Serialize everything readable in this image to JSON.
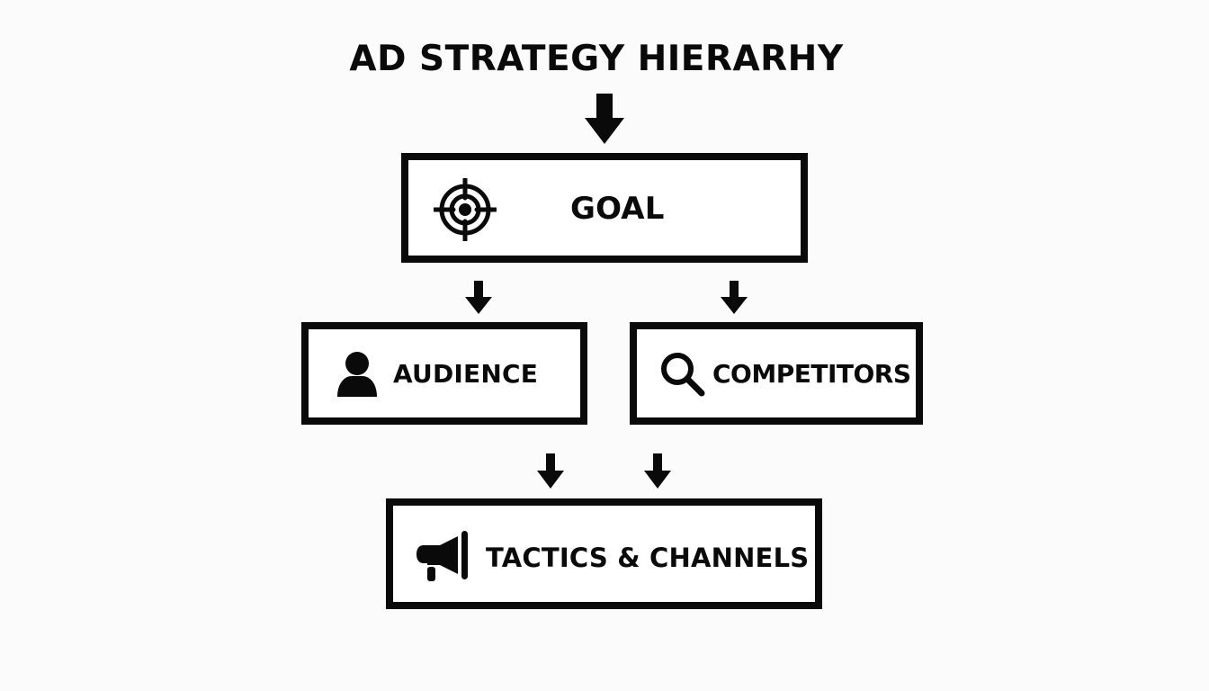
{
  "diagram": {
    "title": "AD STRATEGY HIERARHY",
    "colors": {
      "background": "#fbfbfb",
      "box_fill": "#ffffff",
      "stroke": "#0a0a0a"
    },
    "nodes": [
      {
        "id": "goal",
        "label": "GOAL",
        "icon": "target-icon",
        "level": 1
      },
      {
        "id": "audience",
        "label": "AUDIENCE",
        "icon": "person-icon",
        "level": 2
      },
      {
        "id": "competitors",
        "label": "COMPETITORS",
        "icon": "magnifier-icon",
        "level": 2
      },
      {
        "id": "tactics",
        "label": "TACTICS & CHANNELS",
        "icon": "megaphone-icon",
        "level": 3
      }
    ],
    "edges": [
      {
        "from": "title",
        "to": "goal"
      },
      {
        "from": "goal",
        "to": "audience"
      },
      {
        "from": "goal",
        "to": "competitors"
      },
      {
        "from": "audience",
        "to": "tactics"
      },
      {
        "from": "competitors",
        "to": "tactics"
      }
    ]
  }
}
